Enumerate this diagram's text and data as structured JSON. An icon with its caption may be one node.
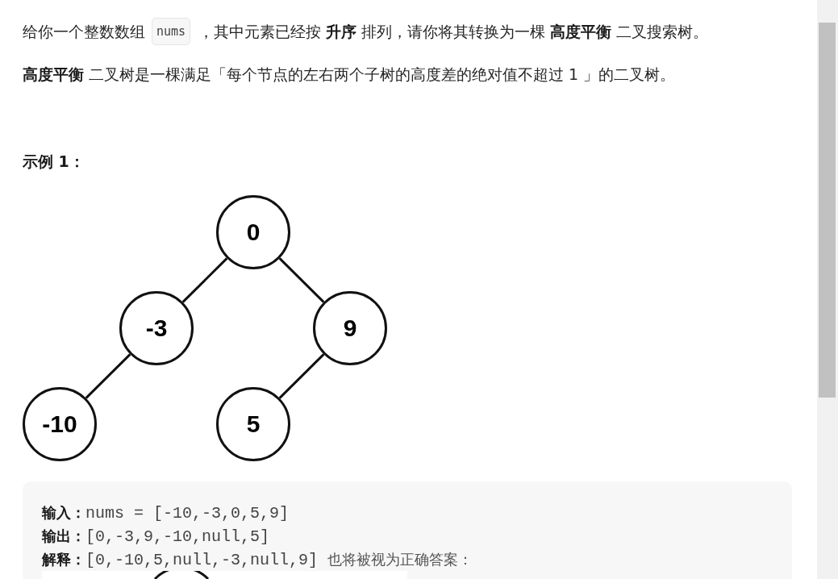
{
  "diagram": {
    "nodes": [
      {
        "text": [
          "0"
        ]
      },
      {
        "text": [
          "-3"
        ]
      },
      {
        "text": [
          "9"
        ]
      },
      {
        "text": [
          "-10"
        ]
      },
      {
        "text": [
          "5"
        ]
      }
    ],
    "edges": [
      {
        "from": 0,
        "to": 1,
        "arrow": "none"
      },
      {
        "from": 0,
        "to": 2,
        "arrow": "none"
      },
      {
        "from": 1,
        "to": 3,
        "arrow": "none"
      },
      {
        "from": 2,
        "to": 4,
        "arrow": "none"
      }
    ],
    "labels": [
      "给你一个整数数组",
      "nums",
      "，其中元素已经按 **升序** 排列，请你将其转换为一棵 **高度平衡** 二叉搜索树。",
      "**高度平衡** 二叉树是一棵满足「每个节点的左右两个子树的高度差的绝对值不超过 1 」的二叉树。",
      "示例 1：",
      "输入：",
      "nums = [-10,-3,0,5,9]",
      "输出：",
      "[0,-3,9,-10,null,5]",
      "解释：",
      "[0,-10,5,null,-3,null,9]",
      "也将被视为正确答案："
    ]
  }
}
